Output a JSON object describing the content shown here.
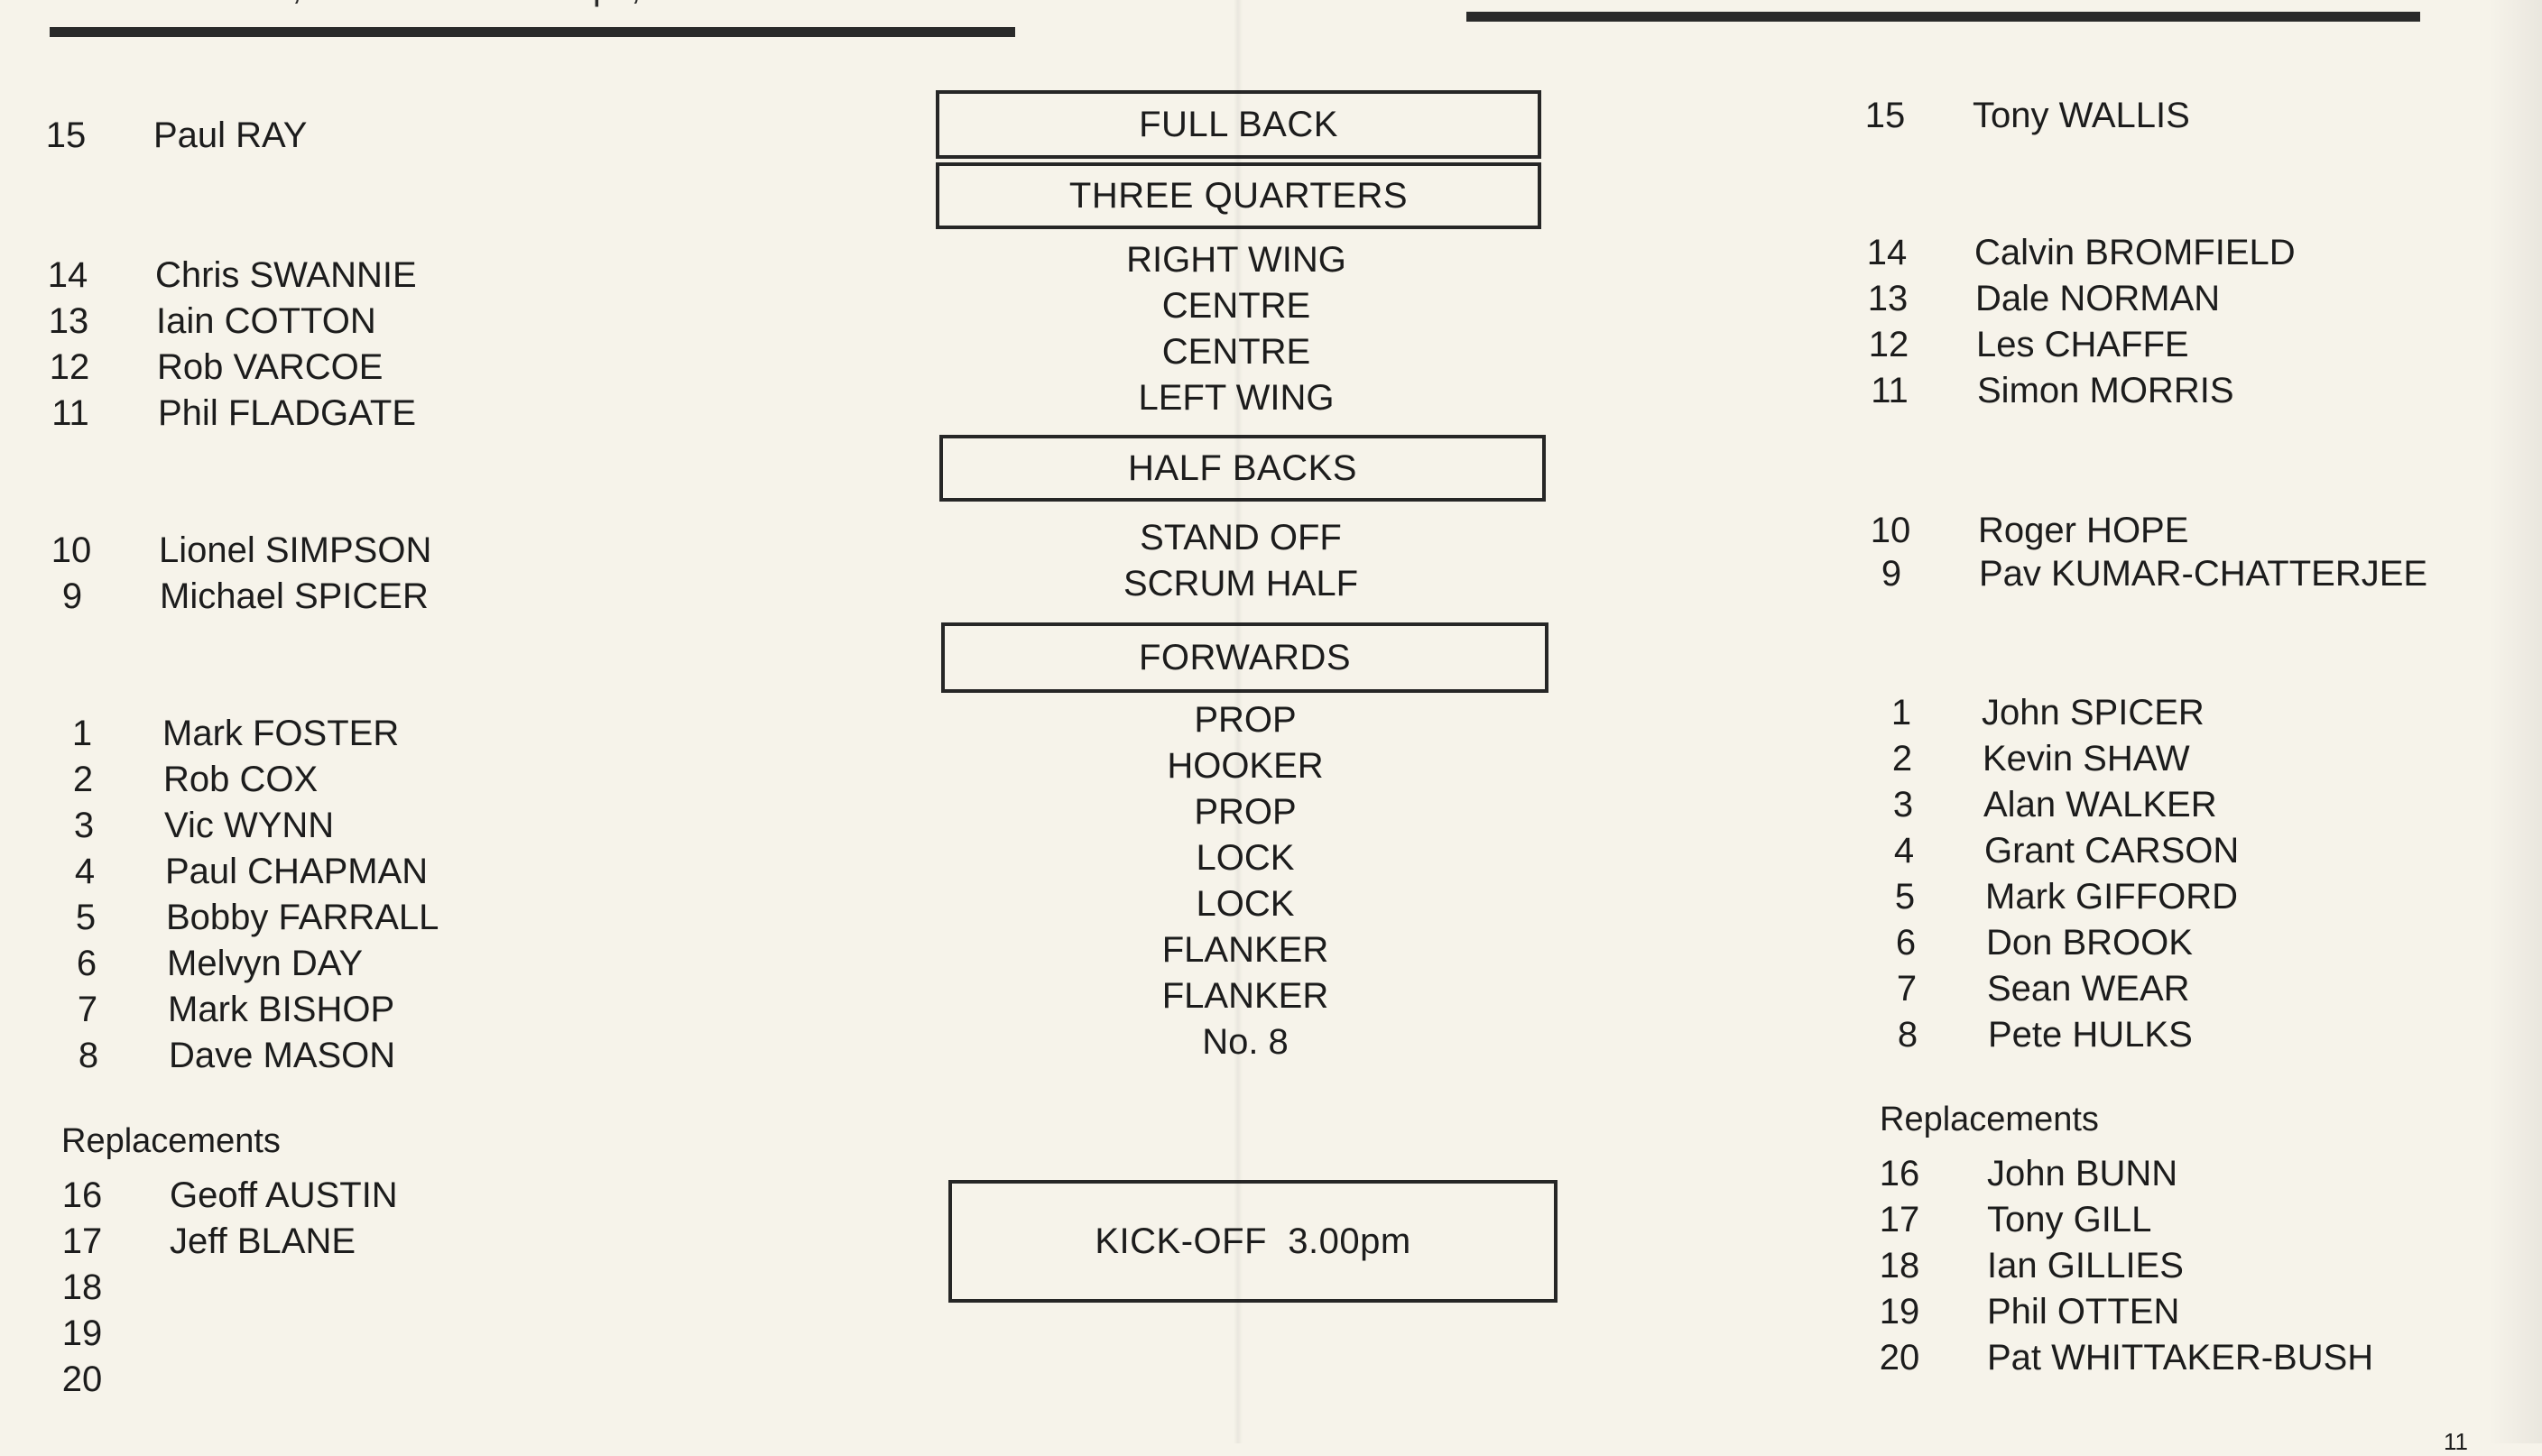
{
  "header": {
    "cut_text": "Red, Black & Blue Hoops, W"
  },
  "home": {
    "full_back": [
      {
        "num": "15",
        "name": "Paul RAY"
      }
    ],
    "three_quarters": [
      {
        "num": "14",
        "name": "Chris SWANNIE"
      },
      {
        "num": "13",
        "name": "Iain COTTON"
      },
      {
        "num": "12",
        "name": "Rob VARCOE"
      },
      {
        "num": "11",
        "name": "Phil FLADGATE"
      }
    ],
    "half_backs": [
      {
        "num": "10",
        "name": "Lionel SIMPSON"
      },
      {
        "num": "9",
        "name": "Michael SPICER"
      }
    ],
    "forwards": [
      {
        "num": "1",
        "name": "Mark FOSTER"
      },
      {
        "num": "2",
        "name": "Rob COX"
      },
      {
        "num": "3",
        "name": "Vic WYNN"
      },
      {
        "num": "4",
        "name": "Paul CHAPMAN"
      },
      {
        "num": "5",
        "name": "Bobby FARRALL"
      },
      {
        "num": "6",
        "name": "Melvyn DAY"
      },
      {
        "num": "7",
        "name": "Mark BISHOP"
      },
      {
        "num": "8",
        "name": "Dave MASON"
      }
    ],
    "replacements_label": "Replacements",
    "replacements": [
      {
        "num": "16",
        "name": "Geoff AUSTIN"
      },
      {
        "num": "17",
        "name": "Jeff BLANE"
      },
      {
        "num": "18",
        "name": ""
      },
      {
        "num": "19",
        "name": ""
      },
      {
        "num": "20",
        "name": ""
      }
    ]
  },
  "away": {
    "full_back": [
      {
        "num": "15",
        "name": "Tony WALLIS"
      }
    ],
    "three_quarters": [
      {
        "num": "14",
        "name": "Calvin BROMFIELD"
      },
      {
        "num": "13",
        "name": "Dale NORMAN"
      },
      {
        "num": "12",
        "name": "Les CHAFFE"
      },
      {
        "num": "11",
        "name": "Simon MORRIS"
      }
    ],
    "half_backs": [
      {
        "num": "10",
        "name": "Roger HOPE"
      },
      {
        "num": "9",
        "name": "Pav KUMAR-CHATTERJEE"
      }
    ],
    "forwards": [
      {
        "num": "1",
        "name": "John SPICER"
      },
      {
        "num": "2",
        "name": "Kevin SHAW"
      },
      {
        "num": "3",
        "name": "Alan WALKER"
      },
      {
        "num": "4",
        "name": "Grant CARSON"
      },
      {
        "num": "5",
        "name": "Mark GIFFORD"
      },
      {
        "num": "6",
        "name": "Don BROOK"
      },
      {
        "num": "7",
        "name": "Sean WEAR"
      },
      {
        "num": "8",
        "name": "Pete HULKS"
      }
    ],
    "replacements_label": "Replacements",
    "replacements": [
      {
        "num": "16",
        "name": "John BUNN"
      },
      {
        "num": "17",
        "name": "Tony GILL"
      },
      {
        "num": "18",
        "name": "Ian GILLIES"
      },
      {
        "num": "19",
        "name": "Phil OTTEN"
      },
      {
        "num": "20",
        "name": "Pat WHITTAKER-BUSH"
      }
    ]
  },
  "positions": {
    "full_back_heading": "FULL BACK",
    "three_quarters_heading": "THREE QUARTERS",
    "three_quarters": [
      "RIGHT WING",
      "CENTRE",
      "CENTRE",
      "LEFT WING"
    ],
    "half_backs_heading": "HALF BACKS",
    "half_backs": [
      "STAND OFF",
      "SCRUM HALF"
    ],
    "forwards_heading": "FORWARDS",
    "forwards": [
      "PROP",
      "HOOKER",
      "PROP",
      "LOCK",
      "LOCK",
      "FLANKER",
      "FLANKER",
      "No. 8"
    ]
  },
  "kickoff": "KICK-OFF  3.00pm",
  "page_number": "11",
  "colors": {
    "paper": "#f6f3ea",
    "ink": "#1c1c1c"
  }
}
